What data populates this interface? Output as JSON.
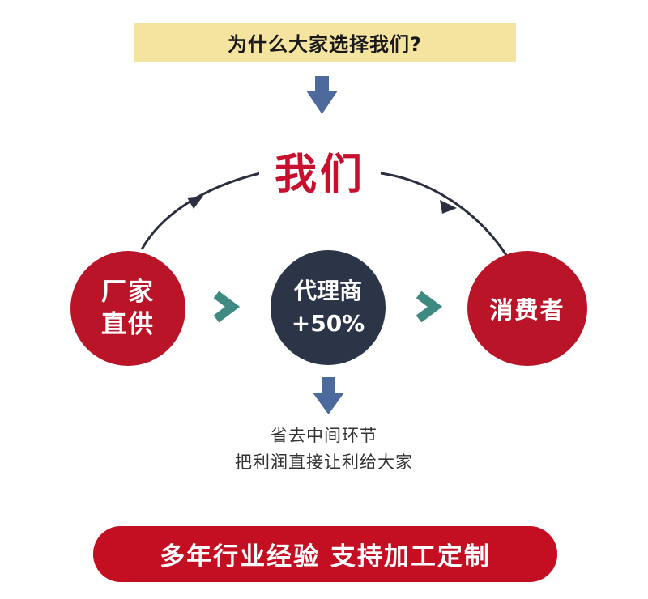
{
  "header": {
    "question": "为什么大家选择我们?"
  },
  "diagram": {
    "center_label": "我们",
    "nodes": [
      {
        "line1": "厂家",
        "line2": "直供"
      },
      {
        "line1": "代理商",
        "line2": "+50%"
      },
      {
        "line1": "消费者"
      }
    ],
    "note": {
      "line1": "省去中间环节",
      "line2": "把利润直接让利给大家"
    }
  },
  "footer": {
    "slogan": "多年行业经验 支持加工定制"
  },
  "colors": {
    "banner_yellow": "#f5e4a0",
    "brand_red": "#c8102e",
    "navy": "#2c3447",
    "arrow_blue": "#4c6a9c",
    "chevron_green": "#3e8a82"
  }
}
